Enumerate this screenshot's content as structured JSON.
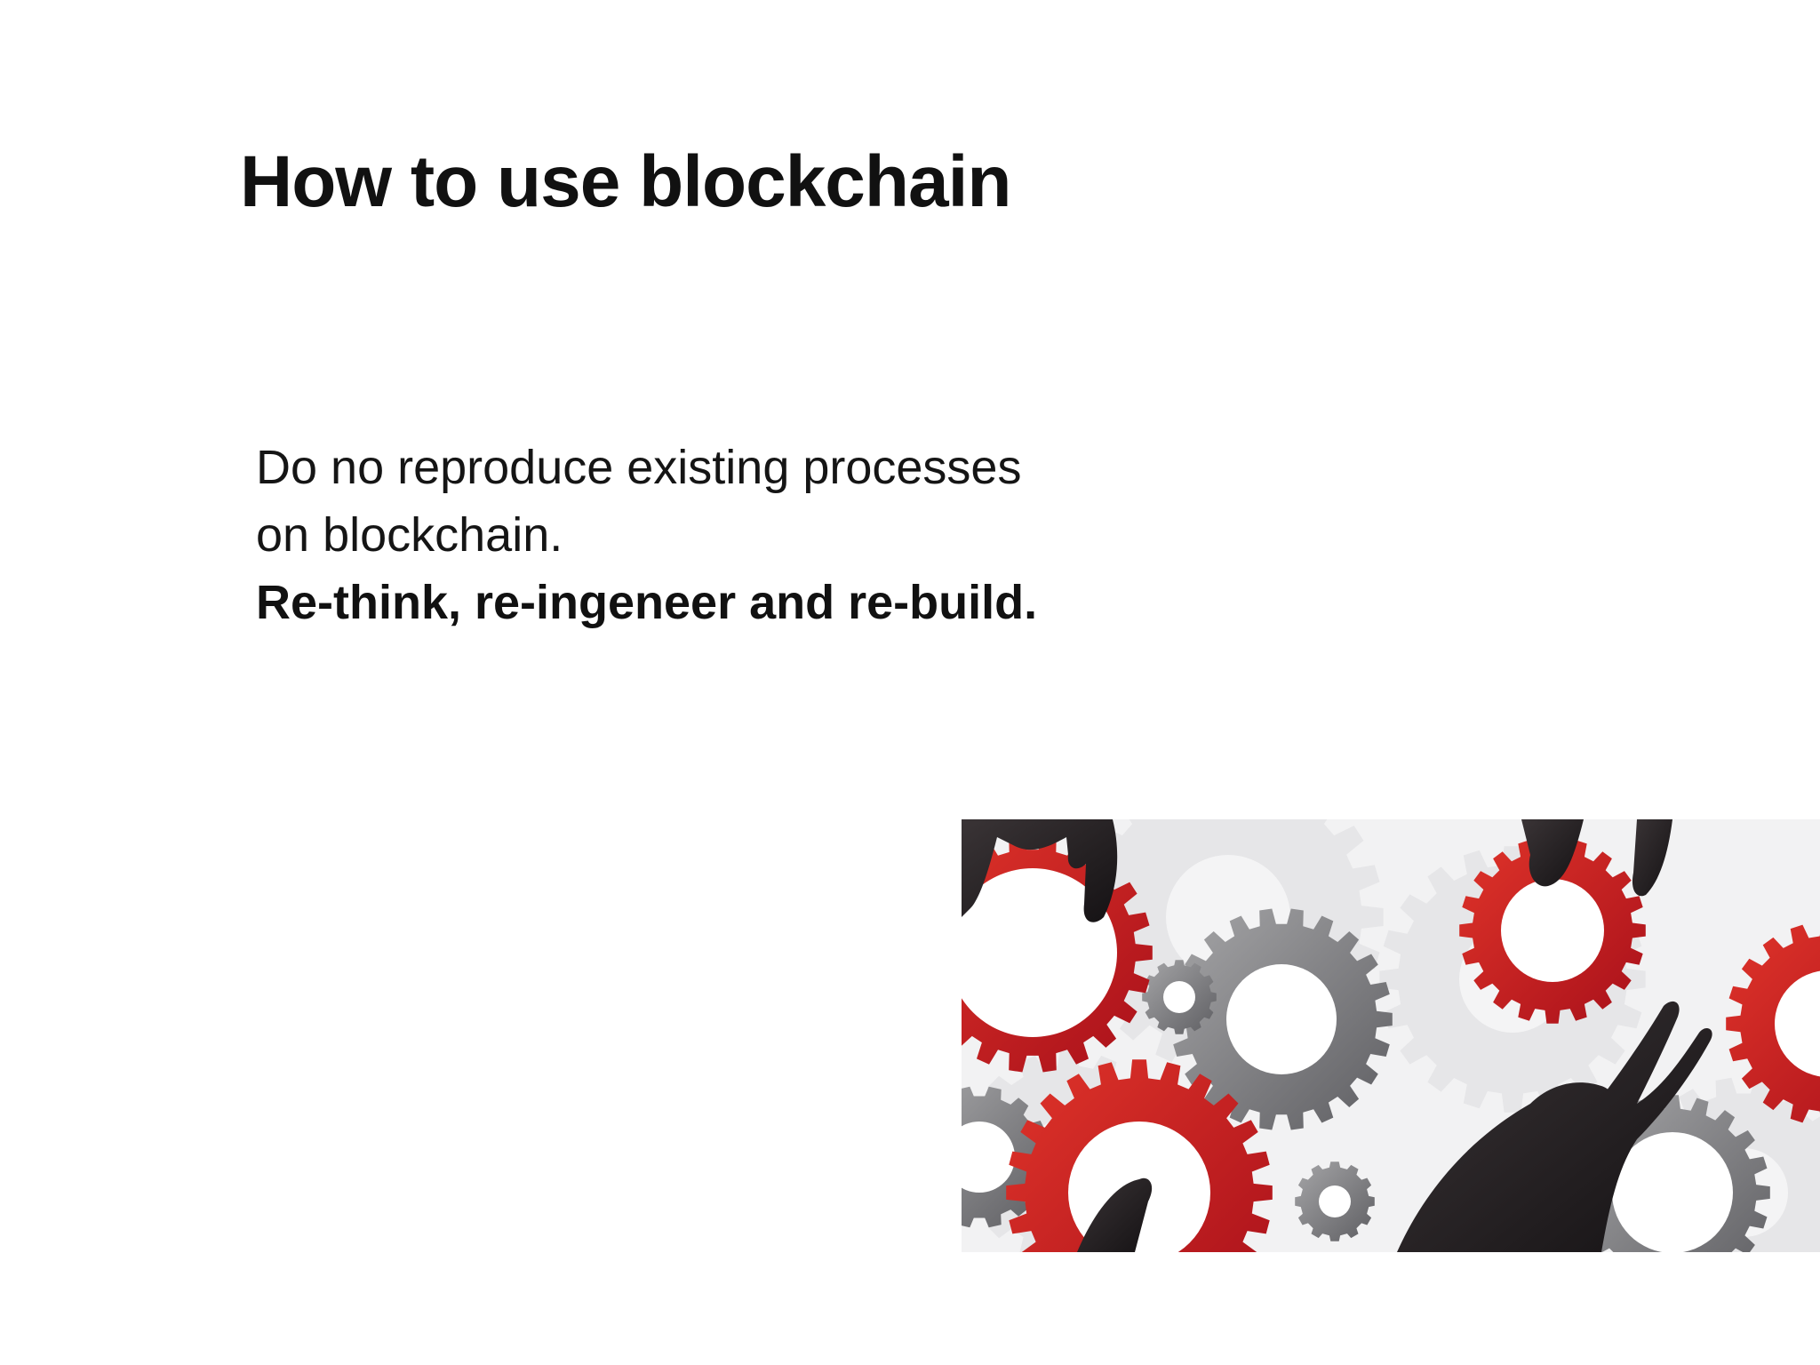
{
  "slide": {
    "title": "How to use blockchain",
    "body": {
      "line1": "Do no reproduce existing processes",
      "line2": "on blockchain.",
      "line3": "Re-think, re-ingeneer and re-build."
    },
    "illustration": {
      "subject": "gears-and-hands",
      "colors": {
        "red": "#c8191f",
        "gray": "#8e8e90",
        "dark": "#2a2628",
        "light": "#e9e9eb"
      }
    }
  }
}
